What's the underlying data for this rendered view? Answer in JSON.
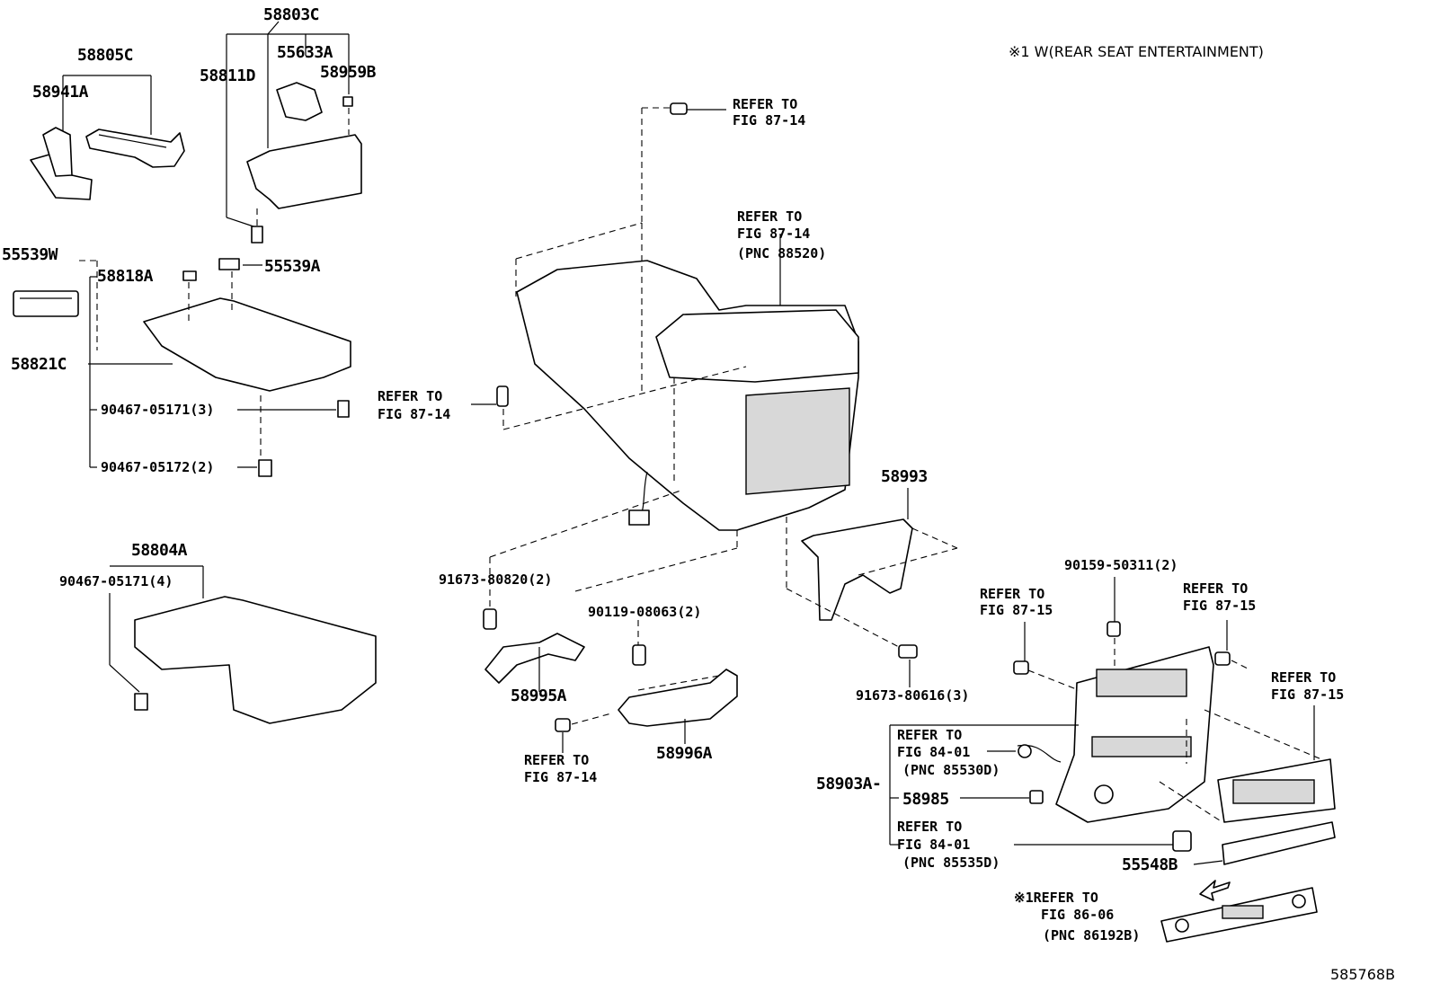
{
  "diagram_id": "585768B",
  "note": "※1 W(REAR SEAT ENTERTAINMENT)",
  "labels": {
    "p58803C": "58803C",
    "p58805C": "58805C",
    "p55633A": "55633A",
    "p58959B": "58959B",
    "p58811D": "58811D",
    "p58941A": "58941A",
    "p55539W": "55539W",
    "p58818A": "58818A",
    "p55539A": "55539A",
    "p58821C": "58821C",
    "p90467_05171_3": "90467-05171(3)",
    "p90467_05172_2": "90467-05172(2)",
    "p58804A": "58804A",
    "p90467_05171_4": "90467-05171(4)",
    "p91673_80820": "91673-80820(2)",
    "p58995A": "58995A",
    "p90119_08063": "90119-08063(2)",
    "p58996A": "58996A",
    "p58993": "58993",
    "p91673_80616": "91673-80616(3)",
    "p90159_50311": "90159-50311(2)",
    "p58903A": "58903A-",
    "p58985": "58985",
    "p55548B": "55548B"
  },
  "references": {
    "ref1_a": "REFER TO",
    "ref1_b": "FIG 87-14",
    "ref2_a": "REFER TO",
    "ref2_b": "FIG 87-14",
    "ref2_c": "(PNC 88520)",
    "ref3_a": "REFER TO",
    "ref3_b": "FIG 87-14",
    "ref4_a": "REFER TO",
    "ref4_b": "FIG 87-14",
    "ref5_a": "REFER TO",
    "ref5_b": "FIG 87-15",
    "ref6_a": "REFER TO",
    "ref6_b": "FIG 87-15",
    "ref7_a": "REFER TO",
    "ref7_b": "FIG 87-15",
    "ref8_a": "REFER TO",
    "ref8_b": "FIG 84-01",
    "ref8_c": "(PNC 85530D)",
    "ref9_a": "REFER TO",
    "ref9_b": "FIG 84-01",
    "ref9_c": "(PNC 85535D)",
    "ref10_a": "※1REFER TO",
    "ref10_b": "FIG 86-06",
    "ref10_c": "(PNC 86192B)"
  }
}
